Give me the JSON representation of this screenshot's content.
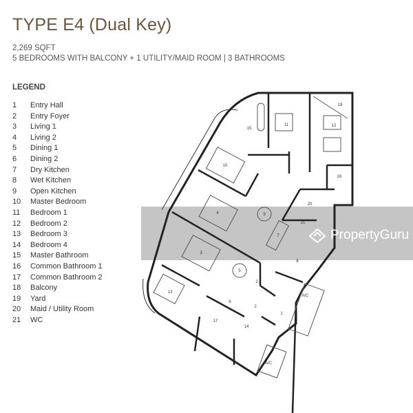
{
  "header": {
    "title": "TYPE E4 (Dual Key)",
    "area": "2,269 SQFT",
    "summary": "5 BEDROOMS WITH BALCONY + 1 UTILITY/MAID ROOM | 3 BATHROOMS"
  },
  "legend": {
    "heading": "LEGEND",
    "items": [
      {
        "num": "1",
        "label": "Entry Hall"
      },
      {
        "num": "2",
        "label": "Entry Foyer"
      },
      {
        "num": "3",
        "label": "Living 1"
      },
      {
        "num": "4",
        "label": "Living 2"
      },
      {
        "num": "5",
        "label": "Dining 1"
      },
      {
        "num": "6",
        "label": "Dining 2"
      },
      {
        "num": "7",
        "label": "Dry Kitchen"
      },
      {
        "num": "8",
        "label": "Wet Kitchen"
      },
      {
        "num": "9",
        "label": "Open Kitchen"
      },
      {
        "num": "10",
        "label": "Master Bedroom"
      },
      {
        "num": "11",
        "label": "Bedroom 1"
      },
      {
        "num": "12",
        "label": "Bedroom 2"
      },
      {
        "num": "13",
        "label": "Bedroom 3"
      },
      {
        "num": "14",
        "label": "Bedroom 4"
      },
      {
        "num": "15",
        "label": "Master Bathroom"
      },
      {
        "num": "16",
        "label": "Common Bathroom 1"
      },
      {
        "num": "17",
        "label": "Common Bathroom 2"
      },
      {
        "num": "18",
        "label": "Balcony"
      },
      {
        "num": "19",
        "label": "Yard"
      },
      {
        "num": "20",
        "label": "Maid / Utility Room"
      },
      {
        "num": "21",
        "label": "WC"
      }
    ]
  },
  "plan_labels": [
    "15",
    "11",
    "12",
    "19",
    "10",
    "16",
    "20",
    "21",
    "4",
    "9",
    "7",
    "3",
    "8",
    "5",
    "13",
    "6",
    "2",
    "2",
    "1",
    "17",
    "14",
    "A/C",
    "A/C"
  ],
  "watermark": {
    "text": "PropertyGuru"
  }
}
